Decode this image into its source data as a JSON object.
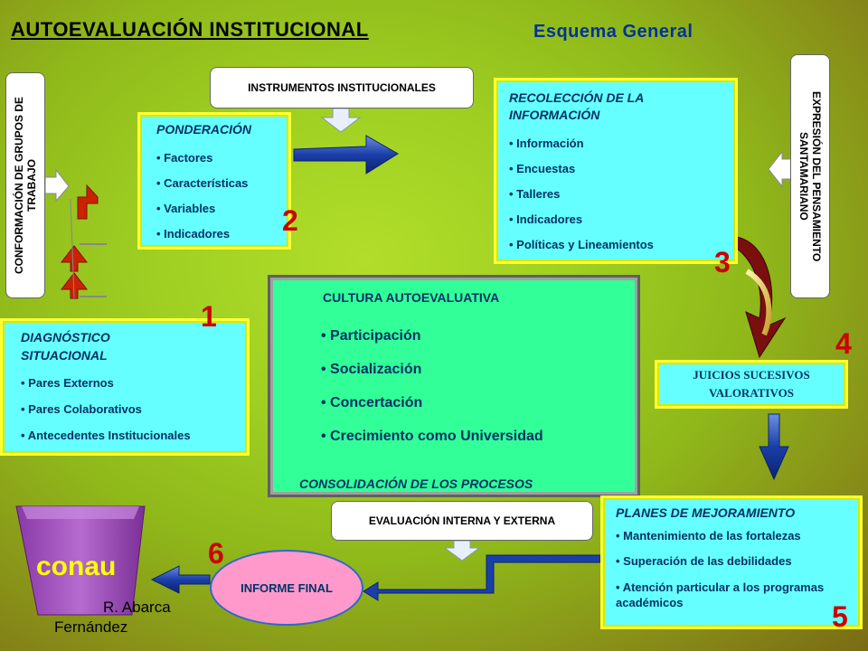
{
  "header": {
    "title": "AUTOEVALUACIÓN INSTITUCIONAL",
    "subtitle": "Esquema General"
  },
  "instrumentos": {
    "label": "INSTRUMENTOS INSTITUCIONALES"
  },
  "ponderacion": {
    "heading": "PONDERACIÓN",
    "items": [
      "Factores",
      "Características",
      "Variables",
      "Indicadores"
    ]
  },
  "recoleccion": {
    "heading": "RECOLECCIÓN DE LA INFORMACIÓN",
    "items": [
      "Información",
      "Encuestas",
      "Talleres",
      "Indicadores",
      "Políticas y Lineamientos"
    ]
  },
  "conformacion": {
    "label": "CONFORMACIÓN DE GRUPOS DE TRABAJO"
  },
  "expresion": {
    "label": "EXPRESIÓN DEL PENSAMIENTO SANTAMARIANO"
  },
  "diagnostico": {
    "heading": "DIAGNÓSTICO SITUACIONAL",
    "items": [
      "Pares Externos",
      "Pares Colaborativos",
      "Antecedentes Institucionales"
    ]
  },
  "cultura": {
    "heading": "CULTURA AUTOEVALUATIVA",
    "items": [
      "Participación",
      "Socialización",
      "Concertación",
      "Crecimiento como Universidad"
    ],
    "footer": "CONSOLIDACIÓN DE LOS PROCESOS"
  },
  "juicios": {
    "label": "JUICIOS SUCESIVOS VALORATIVOS"
  },
  "evaluacion": {
    "label": "EVALUACIÓN INTERNA Y EXTERNA"
  },
  "planes": {
    "heading": "PLANES DE MEJORAMIENTO",
    "items": [
      "Mantenimiento de las fortalezas",
      "Superación de las debilidades",
      "Atención particular a los programas académicos"
    ]
  },
  "informe": {
    "label": "INFORME FINAL"
  },
  "logo": {
    "text": "conau"
  },
  "author": {
    "line1": "R. Abarca",
    "line2": "Fernández"
  },
  "steps": {
    "s1": "1",
    "s2": "2",
    "s3": "3",
    "s4": "4",
    "s5": "5",
    "s6": "6"
  },
  "colors": {
    "box_fill": "#66ffff",
    "box_border": "#ffff33",
    "heading_text": "#003366",
    "step_number": "#cc0000",
    "arrow_blue": "#1a3fa8",
    "background": "#9ecf22"
  }
}
